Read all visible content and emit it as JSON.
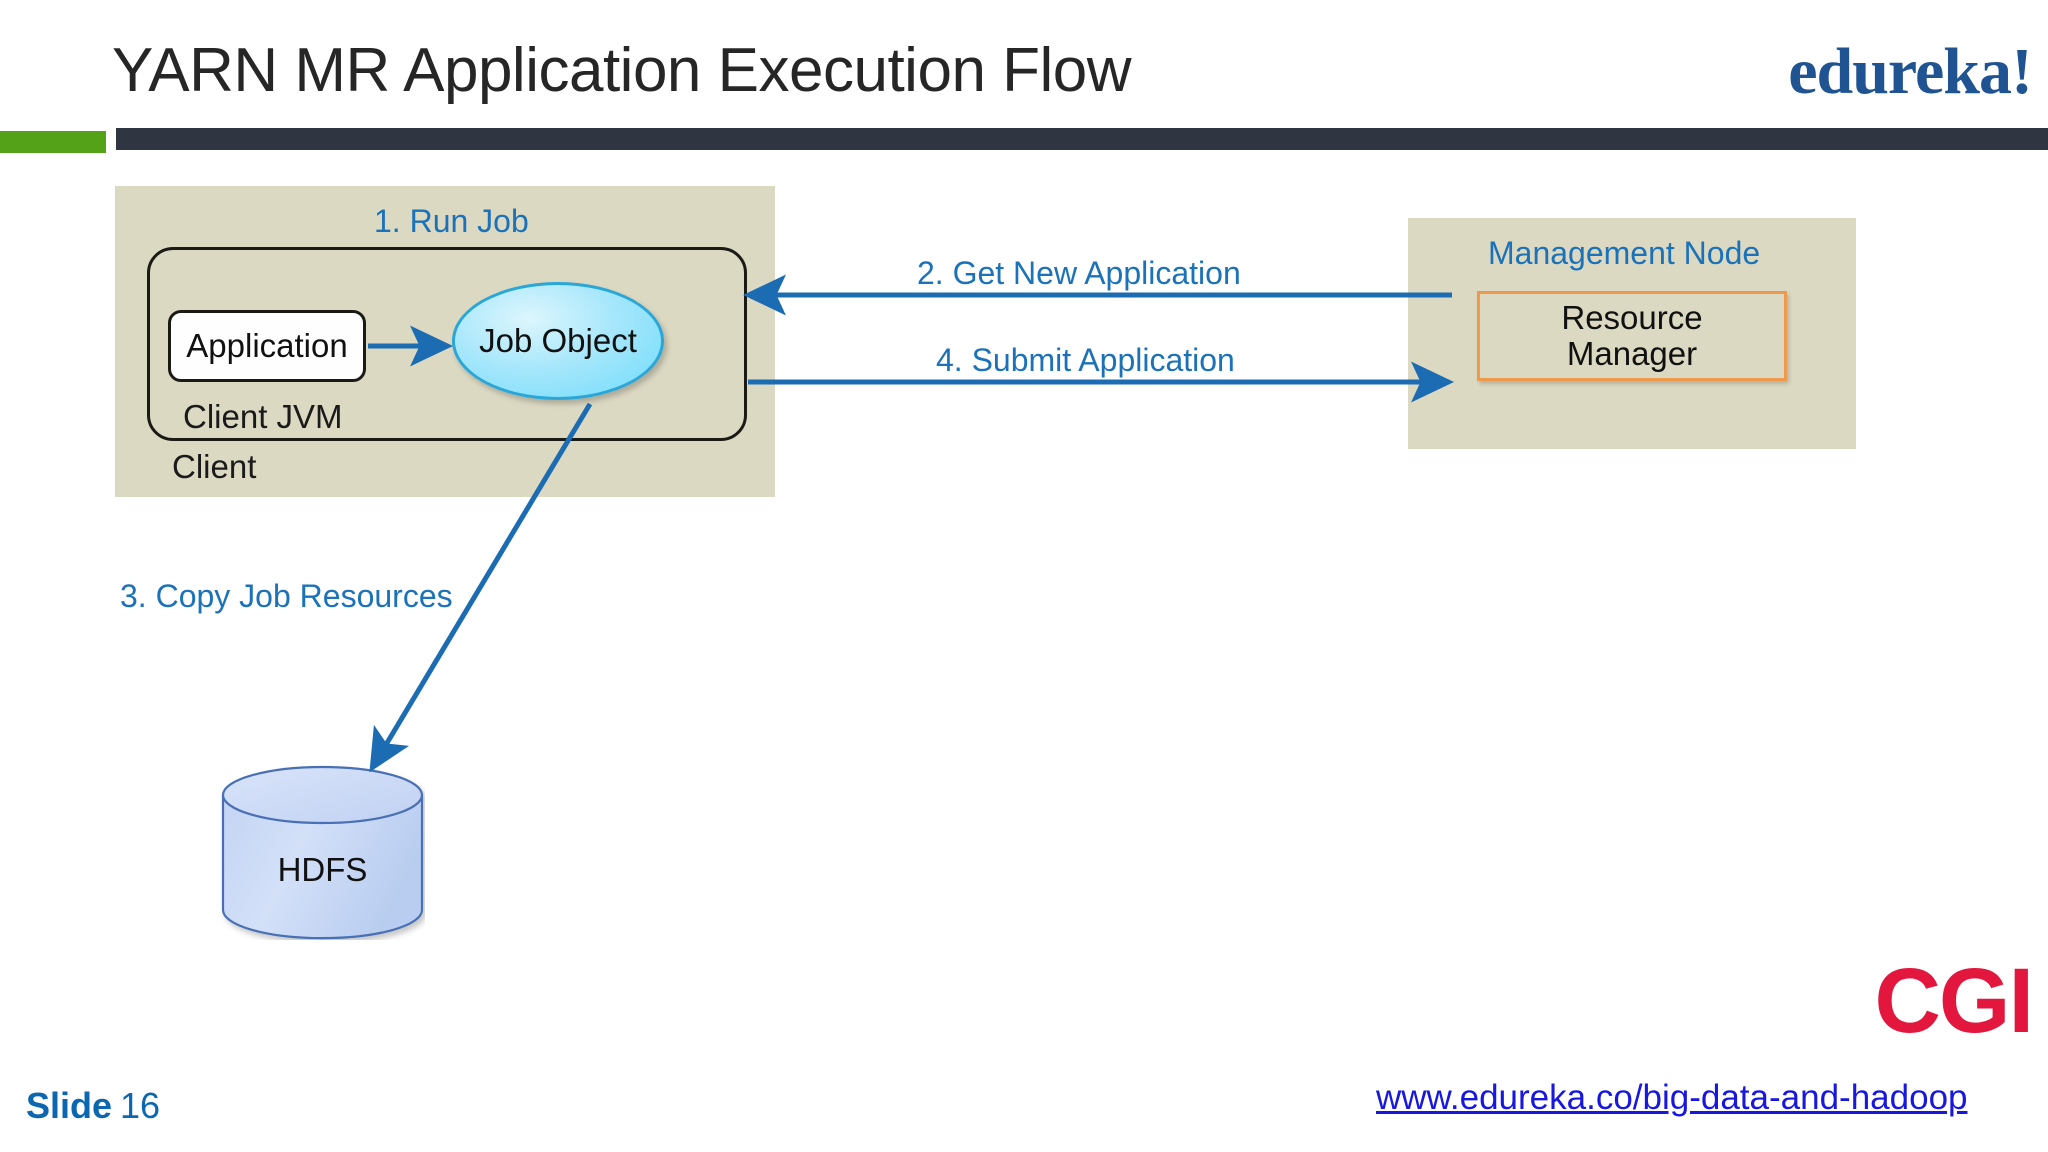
{
  "slide": {
    "title": "YARN MR Application Execution Flow",
    "brand_logo": "edureka!",
    "partner_logo": "CGI",
    "slide_label": "Slide",
    "slide_number": "16",
    "footer_url": "www.edureka.co/big-data-and-hadoop"
  },
  "colors": {
    "accent_green": "#54a218",
    "rule_navy": "#2f3641",
    "brand_blue": "#1f5392",
    "label_blue": "#1b72b8",
    "arrow_blue": "#1b6cb3",
    "panel_beige": "#dcd9c3",
    "resource_orange": "#ef9a4b",
    "ellipse_cyan": "#6fdcfb",
    "hdfs_blue": "#c6d5f2",
    "cgi_red": "#e3173e",
    "link_blue": "#1717e0"
  },
  "diagram": {
    "client": {
      "panel_label": "Client",
      "jvm_label": "Client JVM",
      "application_label": "Application",
      "job_object_label": "Job Object",
      "run_job_label": "1. Run Job"
    },
    "management_node": {
      "title": "Management Node",
      "resource_manager_line1": "Resource",
      "resource_manager_line2": "Manager"
    },
    "storage": {
      "hdfs_label": "HDFS"
    },
    "flows": [
      {
        "id": "1",
        "label": "1. Run Job",
        "from": "Application",
        "to": "Job Object"
      },
      {
        "id": "2",
        "label": "2. Get New Application",
        "from": "Resource Manager",
        "to": "Client JVM"
      },
      {
        "id": "3",
        "label": "3. Copy Job Resources",
        "from": "Job Object",
        "to": "HDFS"
      },
      {
        "id": "4",
        "label": "4. Submit Application",
        "from": "Client JVM",
        "to": "Resource Manager"
      }
    ]
  }
}
